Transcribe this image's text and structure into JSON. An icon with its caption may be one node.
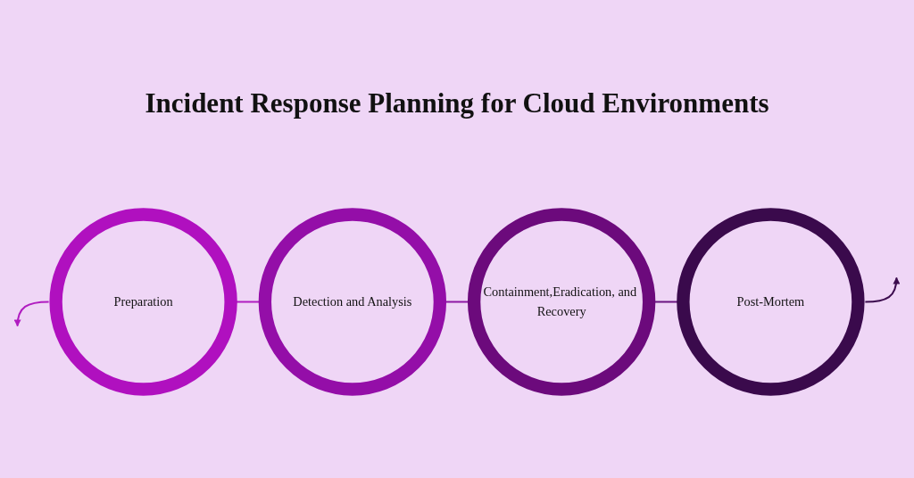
{
  "diagram": {
    "title": "Incident Response Planning for Cloud Environments",
    "nodes": [
      {
        "text": [
          "Preparation"
        ]
      },
      {
        "text": [
          "Detection and Analysis"
        ]
      },
      {
        "text": [
          "Containment,Eradication, and Recovery"
        ]
      },
      {
        "text": [
          "Post-Mortem"
        ]
      }
    ],
    "edges": [
      {
        "from": 0,
        "to": null,
        "arrow": "to",
        "color": "#b01cc0"
      },
      {
        "from": 0,
        "to": 1,
        "arrow": "to",
        "color": "#b01cc0"
      },
      {
        "from": 1,
        "to": 2,
        "arrow": "to",
        "color": "#8d18a3"
      },
      {
        "from": 2,
        "to": 3,
        "arrow": "to",
        "color": "#6a1480"
      },
      {
        "from": 3,
        "to": null,
        "arrow": "to",
        "color": "#3c0c4e"
      }
    ]
  }
}
